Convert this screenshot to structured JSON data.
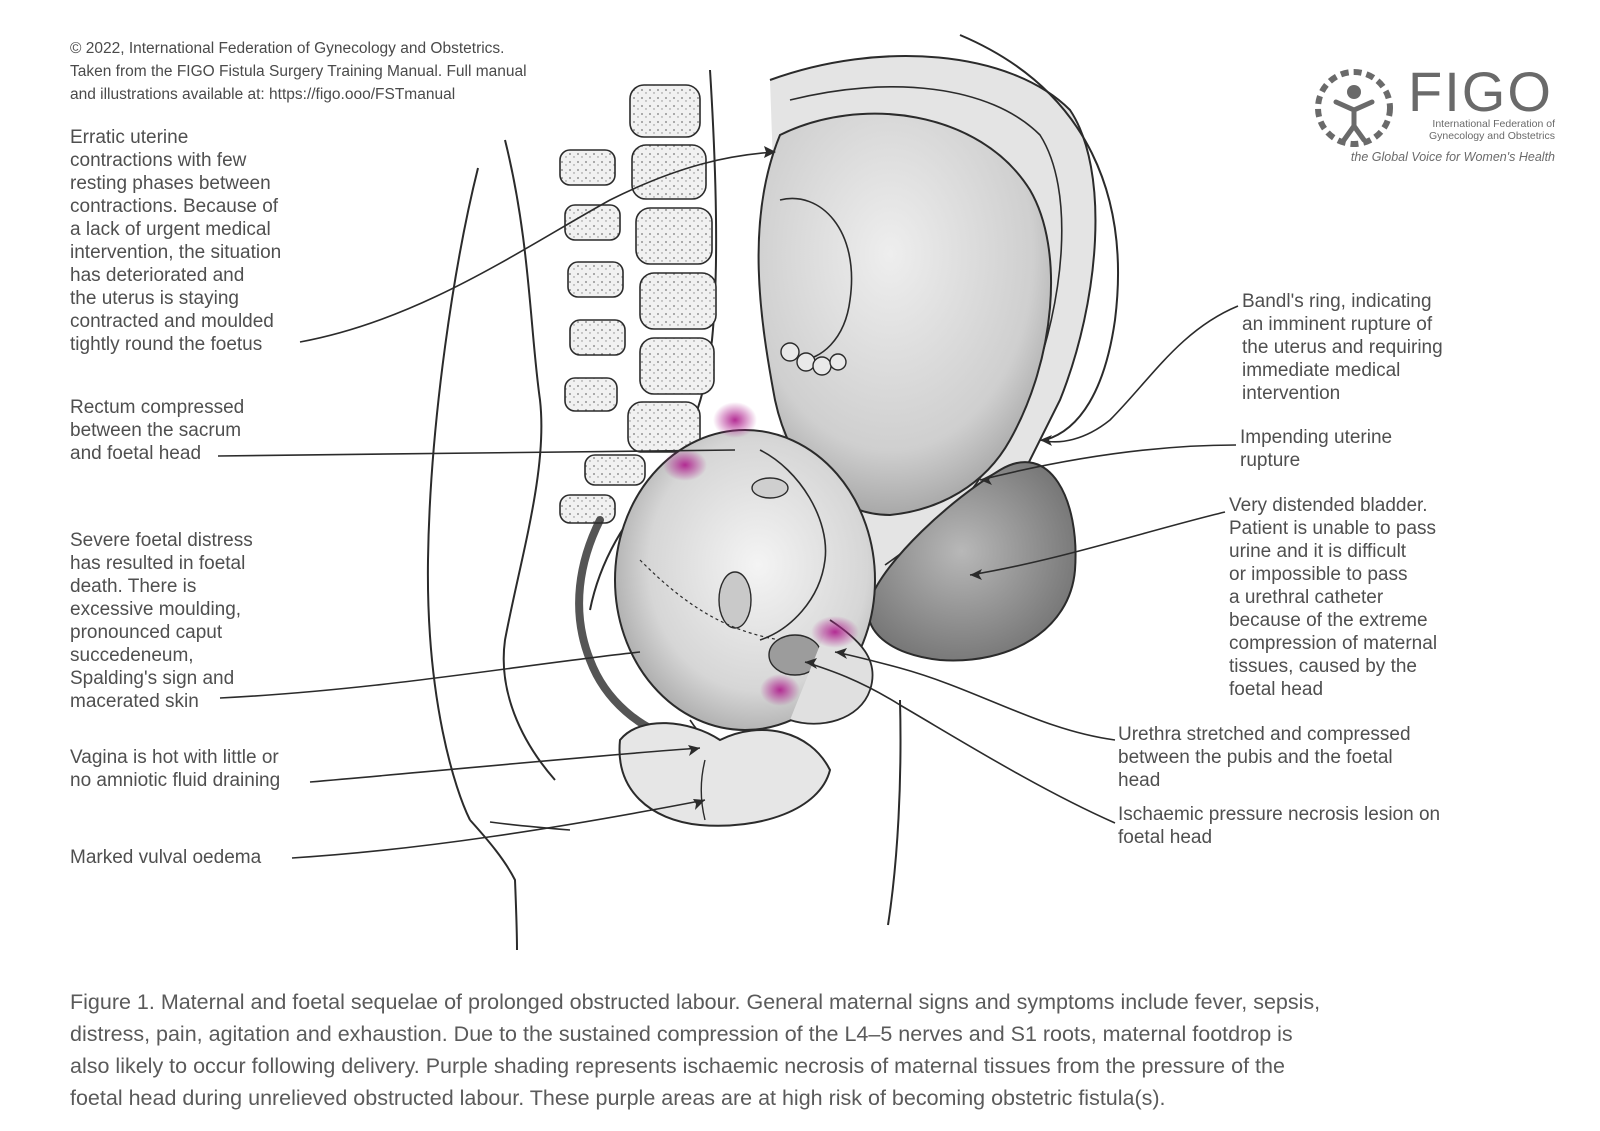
{
  "copyright": {
    "lines": [
      "© 2022, International Federation of Gynecology and Obstetrics.",
      "Taken from the FIGO Fistula Surgery Training Manual. Full manual",
      "and illustrations available at: https://figo.ooo/FSTmanual"
    ]
  },
  "logo": {
    "word": "FIGO",
    "org_line1": "International Federation of",
    "org_line2": "Gynecology and Obstetrics",
    "tagline": "the Global Voice for Women's Health"
  },
  "labels": {
    "uterine_contractions": [
      "Erratic uterine",
      "contractions with few",
      "resting phases between",
      "contractions. Because of",
      "a lack of urgent medical",
      "intervention, the situation",
      "has deteriorated and",
      "the uterus is staying",
      "contracted and moulded",
      "tightly round the foetus"
    ],
    "rectum": [
      "Rectum compressed",
      "between the sacrum",
      "and foetal head"
    ],
    "foetal_distress": [
      "Severe foetal distress",
      "has resulted in foetal",
      "death. There is",
      "excessive moulding,",
      "pronounced caput",
      "succedeneum,",
      "Spalding's sign and",
      "macerated skin"
    ],
    "vagina": [
      "Vagina is hot with little or",
      "no amniotic fluid draining"
    ],
    "vulval_oedema": [
      "Marked vulval oedema"
    ],
    "bandls_ring": [
      "Bandl's ring, indicating",
      "an imminent rupture of",
      "the uterus and requiring",
      "immediate medical",
      "intervention"
    ],
    "uterine_rupture": [
      "Impending uterine",
      "rupture"
    ],
    "bladder": [
      "Very distended bladder.",
      "Patient is unable to pass",
      "urine and it is difficult",
      "or impossible to pass",
      "a urethral catheter",
      "because of the extreme",
      "compression of maternal",
      "tissues, caused by the",
      "foetal head"
    ],
    "urethra": [
      "Urethra stretched and compressed",
      "between the pubis and the foetal",
      "head"
    ],
    "necrosis_lesion": [
      "Ischaemic pressure necrosis lesion on",
      "foetal head"
    ]
  },
  "caption": {
    "lines": [
      "Figure 1. Maternal and foetal sequelae of prolonged obstructed labour. General maternal signs and symptoms include fever, sepsis,",
      "distress, pain, agitation and exhaustion. Due to the sustained compression of the L4–5 nerves and S1 roots, maternal footdrop is",
      "also likely to occur following delivery. Purple shading represents ischaemic necrosis of maternal tissues from the pressure of the",
      "foetal head during unrelieved obstructed labour. These purple areas are at high risk of becoming obstetric fistula(s)."
    ]
  },
  "colors": {
    "text": "#4f4f4f",
    "line": "#2b2b2b",
    "necrosis": "#b0238f",
    "tissue": "#d9d9d9",
    "bladder": "#8c8c8c"
  }
}
